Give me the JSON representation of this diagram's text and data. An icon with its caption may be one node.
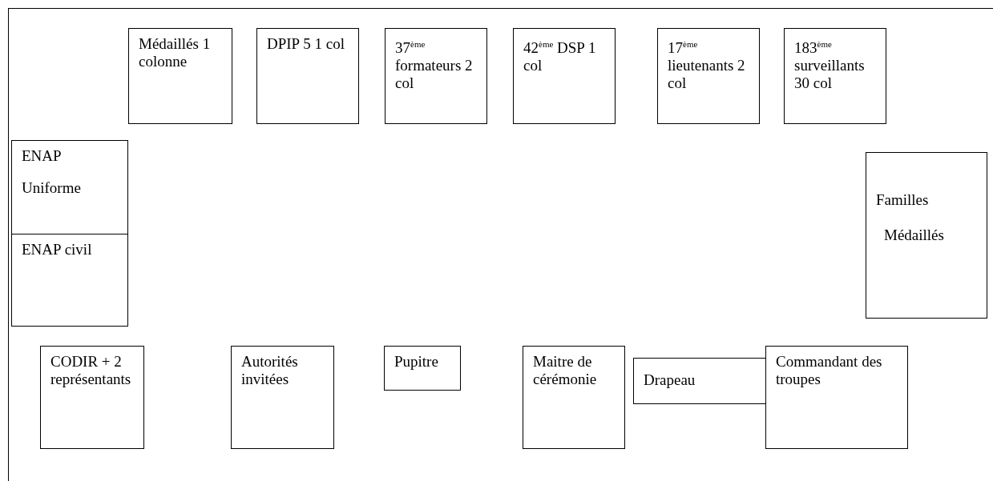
{
  "diagram": {
    "nodes": [
      {
        "text": [
          "Médaillés 1 colonne"
        ]
      },
      {
        "text": [
          "DPIP 5 1 col"
        ]
      },
      {
        "text": [
          "37$^{ème}$ formateurs 2 col"
        ]
      },
      {
        "text": [
          "42$^{ème}$ DSP 1 col"
        ]
      },
      {
        "text": [
          "17$^{ème}$ lieutenants 2 col"
        ]
      },
      {
        "text": [
          "183$^{ème}$ surveillants 30 col"
        ]
      },
      {
        "text": [
          "ENAP",
          "Uniforme"
        ]
      },
      {
        "text": [
          "ENAP civil"
        ]
      },
      {
        "text": [
          "Familles",
          "Médaillés"
        ]
      },
      {
        "text": [
          "CODIR + 2 représentants"
        ]
      },
      {
        "text": [
          "Autorités invitées"
        ]
      },
      {
        "text": [
          "Pupitre"
        ]
      },
      {
        "text": [
          "Maitre de cérémonie"
        ]
      },
      {
        "text": [
          "Drapeau"
        ]
      },
      {
        "text": [
          "Commandant des troupes"
        ]
      }
    ]
  }
}
